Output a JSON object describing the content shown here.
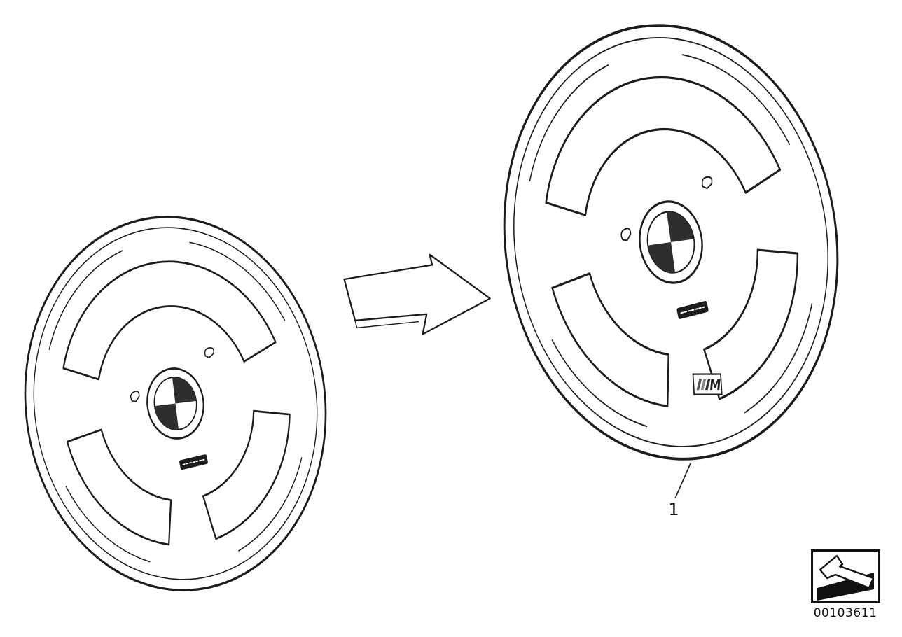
{
  "diagram": {
    "description": "Parts diagram: conversion from standard sport steering wheel to M sport multifunction steering wheel",
    "callouts": [
      {
        "number": "1"
      }
    ],
    "document_number": "00103611",
    "m_badge": "M",
    "colors": {
      "line": "#1c1c1c",
      "background": "#ffffff",
      "badge_dark": "#111111"
    },
    "icons": {
      "between_wheels": "block-arrow-right-icon",
      "nav_box": "arrow-up-left-icon"
    }
  }
}
